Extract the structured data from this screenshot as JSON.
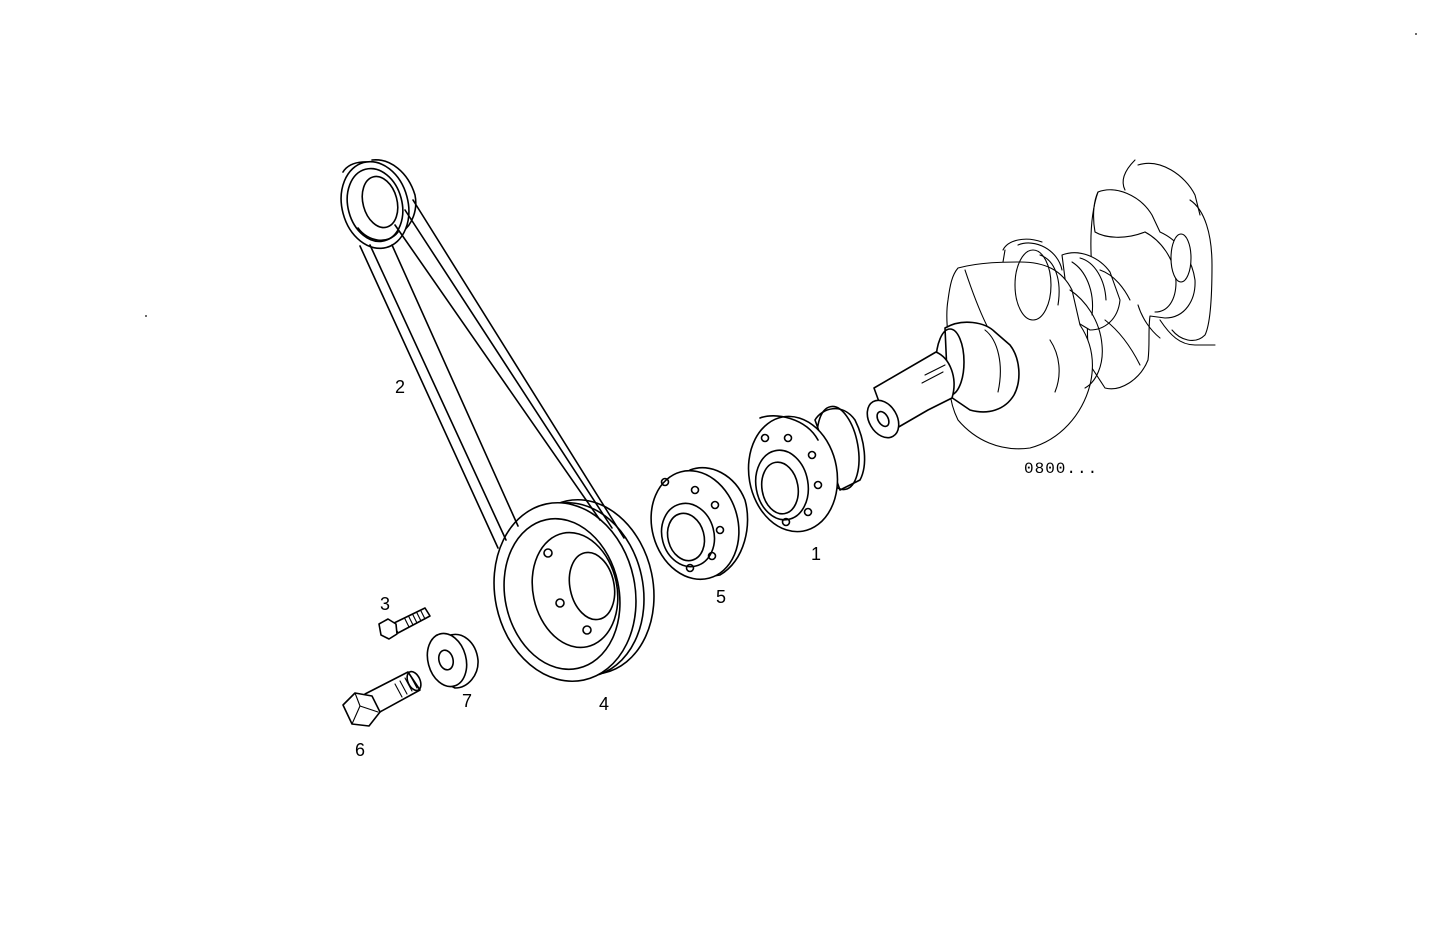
{
  "diagram": {
    "reference_code": "0800...",
    "callouts": [
      {
        "id": "1",
        "label": "1"
      },
      {
        "id": "2",
        "label": "2"
      },
      {
        "id": "3",
        "label": "3"
      },
      {
        "id": "4",
        "label": "4"
      },
      {
        "id": "5",
        "label": "5"
      },
      {
        "id": "6",
        "label": "6"
      },
      {
        "id": "7",
        "label": "7"
      }
    ],
    "parts": [
      {
        "callout": "1",
        "icon": "hub-flange-icon"
      },
      {
        "callout": "2",
        "icon": "v-belt-icon"
      },
      {
        "callout": "3",
        "icon": "small-bolt-icon"
      },
      {
        "callout": "4",
        "icon": "pulley-icon"
      },
      {
        "callout": "5",
        "icon": "adapter-ring-icon"
      },
      {
        "callout": "6",
        "icon": "hex-bolt-icon"
      },
      {
        "callout": "7",
        "icon": "washer-icon"
      },
      {
        "callout": "",
        "icon": "crankshaft-icon"
      }
    ]
  }
}
